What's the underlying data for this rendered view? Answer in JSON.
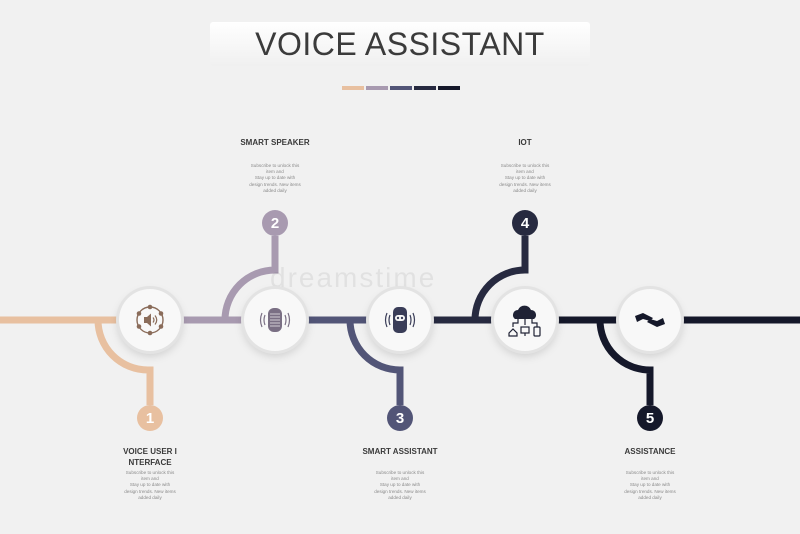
{
  "title": "VOICE ASSISTANT",
  "palette": [
    "#e8c0a0",
    "#a89ab0",
    "#525577",
    "#272a40",
    "#15182a"
  ],
  "steps": [
    {
      "number": "1",
      "heading": "VOICE USER I NTERFACE",
      "heading_lines": [
        "VOICE USER I",
        "NTERFACE"
      ],
      "icon": "speaker-network-icon",
      "color": "#e8c0a0",
      "desc": [
        "Subscribe to unlock this",
        "item and",
        "Stay up to date with",
        "design trends. New items",
        "added daily"
      ]
    },
    {
      "number": "2",
      "heading": "SMART SPEAKER",
      "icon": "smart-speaker-icon",
      "color": "#a89ab0",
      "desc": [
        "Subscribe to unlock this",
        "item and",
        "Stay up to date with",
        "design trends. New items",
        "added daily"
      ]
    },
    {
      "number": "3",
      "heading": "SMART ASSISTANT",
      "icon": "smart-assistant-device-icon",
      "color": "#525577",
      "desc": [
        "Subscribe to unlock this",
        "item and",
        "Stay up to date with",
        "design trends. New items",
        "added daily"
      ]
    },
    {
      "number": "4",
      "heading": "IOT",
      "icon": "cloud-network-icon",
      "color": "#272a40",
      "desc": [
        "Subscribe to unlock this",
        "item and",
        "Stay up to date with",
        "design trends. New items",
        "added daily"
      ]
    },
    {
      "number": "5",
      "heading": "ASSISTANCE",
      "icon": "helping-hands-icon",
      "color": "#15182a",
      "desc": [
        "Subscribe to unlock this",
        "item and",
        "Stay up to date with",
        "design trends. New items",
        "added daily"
      ]
    }
  ]
}
